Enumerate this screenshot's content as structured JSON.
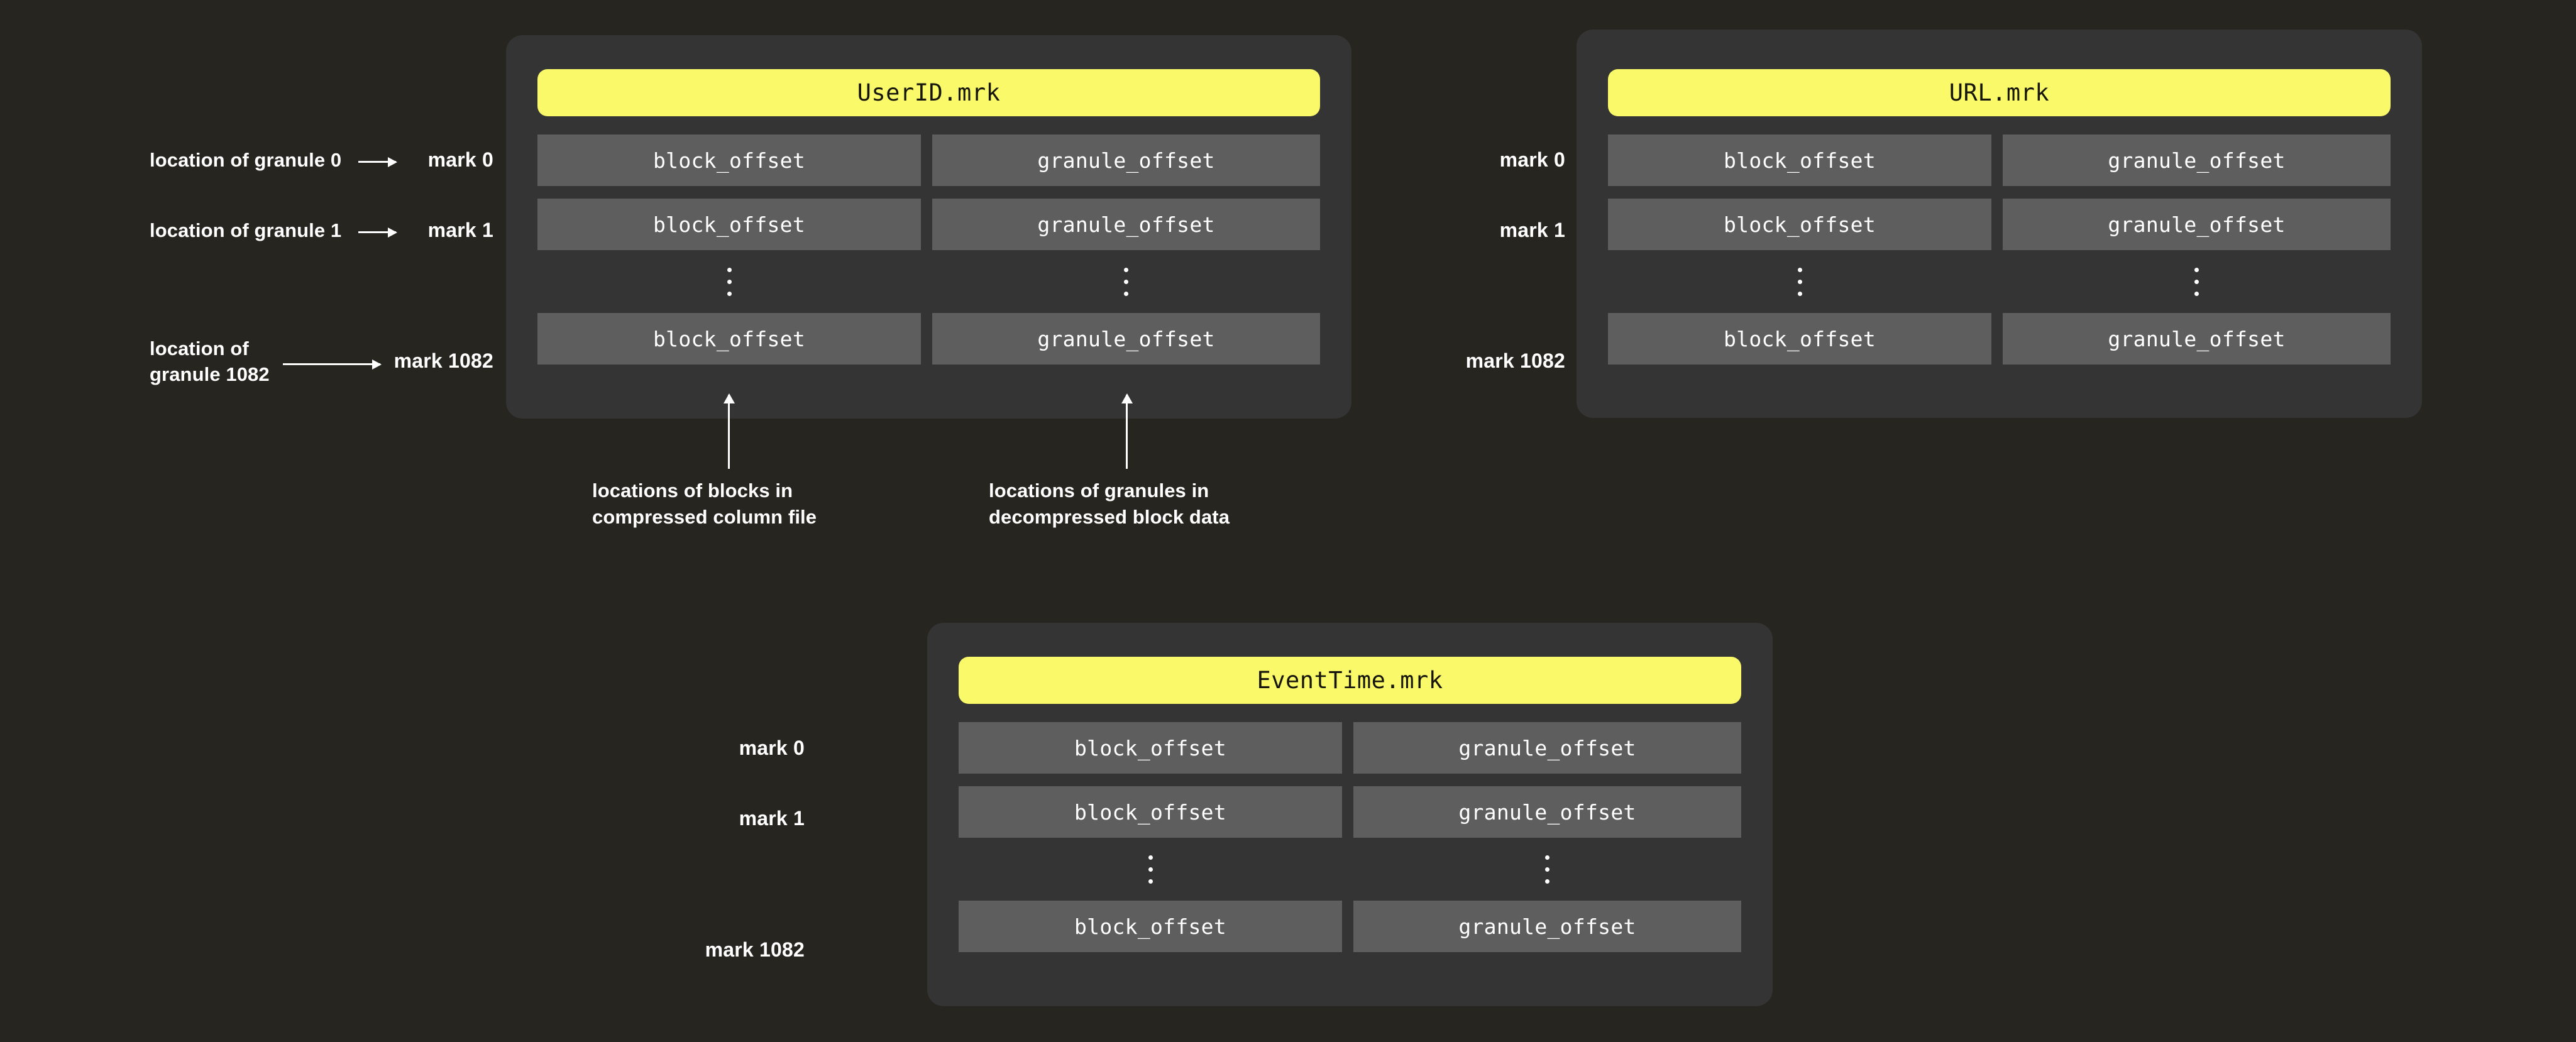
{
  "theme": {
    "page_background": "#26251f",
    "panel_background": "#343434",
    "cell_background": "#5e5e5e",
    "title_background": "#faf969",
    "title_text": "#16160c",
    "text": "#ffffff"
  },
  "column_headers": {
    "block_offset": "block_offset",
    "granule_offset": "granule_offset"
  },
  "mark_labels": {
    "mark0": "mark 0",
    "mark1": "mark 1",
    "mark1082": "mark 1082"
  },
  "granule_captions": {
    "granule0": "location of granule 0",
    "granule1": "location of granule 1",
    "granule1082": "location of\ngranule 1082"
  },
  "annotations": {
    "blocks": "locations of blocks in\ncompressed column file",
    "granules": "locations of granules in\ndecompressed block data"
  },
  "panels": [
    {
      "id": "userid",
      "title": "UserID.mrk",
      "rows": [
        {
          "mark": "mark 0",
          "block_offset": "block_offset",
          "granule_offset": "granule_offset"
        },
        {
          "mark": "mark 1",
          "block_offset": "block_offset",
          "granule_offset": "granule_offset"
        },
        {
          "mark": "",
          "block_offset": "",
          "granule_offset": "",
          "ellipsis": true
        },
        {
          "mark": "mark 1082",
          "block_offset": "block_offset",
          "granule_offset": "granule_offset"
        }
      ]
    },
    {
      "id": "url",
      "title": "URL.mrk",
      "rows": [
        {
          "mark": "mark 0",
          "block_offset": "block_offset",
          "granule_offset": "granule_offset"
        },
        {
          "mark": "mark 1",
          "block_offset": "block_offset",
          "granule_offset": "granule_offset"
        },
        {
          "mark": "",
          "block_offset": "",
          "granule_offset": "",
          "ellipsis": true
        },
        {
          "mark": "mark 1082",
          "block_offset": "block_offset",
          "granule_offset": "granule_offset"
        }
      ]
    },
    {
      "id": "eventtime",
      "title": "EventTime.mrk",
      "rows": [
        {
          "mark": "mark 0",
          "block_offset": "block_offset",
          "granule_offset": "granule_offset"
        },
        {
          "mark": "mark 1",
          "block_offset": "block_offset",
          "granule_offset": "granule_offset"
        },
        {
          "mark": "",
          "block_offset": "",
          "granule_offset": "",
          "ellipsis": true
        },
        {
          "mark": "mark 1082",
          "block_offset": "block_offset",
          "granule_offset": "granule_offset"
        }
      ]
    }
  ]
}
